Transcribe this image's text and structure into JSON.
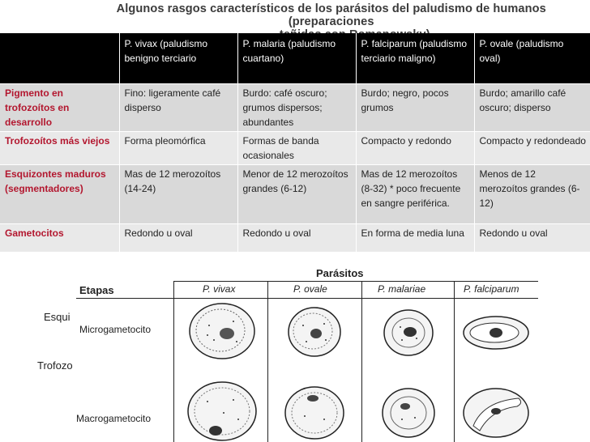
{
  "title": {
    "line1": "Algunos rasgos característicos de los parásitos del paludismo de humanos (preparaciones",
    "line2": "teñidas con Romanowsky)"
  },
  "table": {
    "headers": [
      "",
      "P. vivax (paludismo benigno terciario",
      "P. malaria (paludismo cuartano)",
      "P. falciparum (paludismo terciario maligno)",
      "P. ovale (paludismo oval)"
    ],
    "rows": [
      {
        "label": "Pigmento en trofozoítos en desarrollo",
        "cells": [
          "Fino: ligeramente café disperso",
          "Burdo: café oscuro; grumos dispersos; abundantes",
          "Burdo; negro, pocos grumos",
          "Burdo; amarillo café oscuro; disperso"
        ]
      },
      {
        "label": "Trofozoítos más viejos",
        "cells": [
          "Forma pleomórfica",
          "Formas de banda ocasionales",
          "Compacto y redondo",
          "Compacto y redondeado"
        ]
      },
      {
        "label": "Esquizontes maduros (segmentadores)",
        "cells": [
          "Mas de 12 merozoítos (14-24)",
          "Menor de 12 merozoítos grandes (6-12)",
          "Mas de 12 merozoítos (8-32) * poco frecuente en sangre periférica.",
          "Menos de 12 merozoítos grandes (6-12)"
        ]
      },
      {
        "label": "Gametocitos",
        "cells": [
          "Redondo u oval",
          "Redondo u oval",
          "En forma de media luna",
          "Redondo u oval"
        ]
      }
    ]
  },
  "figure": {
    "title": "Parásitos",
    "stage_label": "Etapas",
    "columns": [
      "P. vivax",
      "P. ovale",
      "P. malariae",
      "P. falciparum"
    ],
    "rows": [
      "Microgametocito",
      "Macrogametocito"
    ],
    "behind_labels": [
      "Esqui",
      "Trofozo"
    ]
  }
}
